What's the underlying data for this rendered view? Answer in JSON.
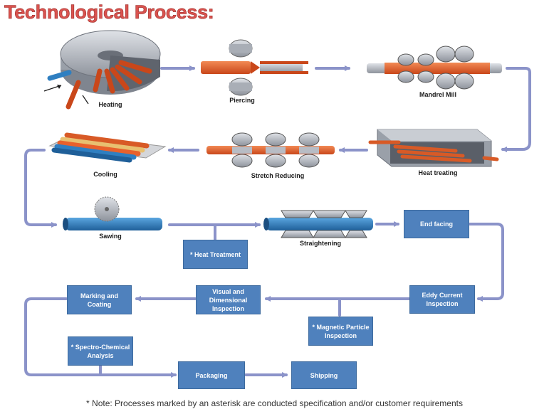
{
  "title": "Technological Process:",
  "stages": {
    "heating": "Heating",
    "piercing": "Piercing",
    "mandrel_mill": "Mandrel Mill",
    "heat_treating": "Heat treating",
    "stretch_reducing": "Stretch Reducing",
    "cooling": "Cooling",
    "sawing": "Sawing",
    "straightening": "Straightening"
  },
  "boxes": {
    "heat_treatment": "* Heat Treatment",
    "end_facing": "End facing",
    "eddy_current": "Eddy Current\nInspection",
    "magnetic_particle": "* Magnetic Particle\nInspection",
    "visual_dimensional": "Visual and\nDimensional\nInspection",
    "marking_coating": "Marking and\nCoating",
    "spectro_chemical": "* Spectro-Chemical\nAnalysis",
    "packaging": "Packaging",
    "shipping": "Shipping"
  },
  "note": "* Note: Processes marked by an asterisk are conducted specification and/or customer requirements",
  "colors": {
    "title": "#d9534f",
    "box": "#4f81bd",
    "flow": "#8b93c9",
    "pipe_hot": "#e8612c",
    "pipe_cold": "#2f7fc1",
    "machine": "#b8bcc4"
  }
}
